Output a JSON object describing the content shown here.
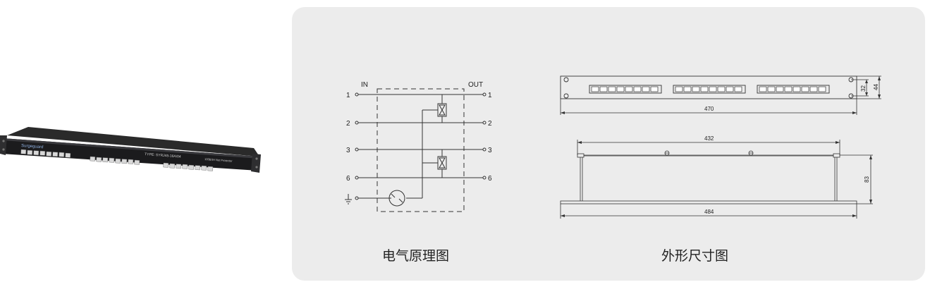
{
  "product": {
    "brand_text": "Surgeguard",
    "type_text": "TYPE: SYRJ45-16A/04",
    "desc_text": "100BSH Net Protector"
  },
  "schematic": {
    "in_label": "IN",
    "out_label": "OUT",
    "left_pins": [
      "1",
      "2",
      "3",
      "6"
    ],
    "right_pins": [
      "1",
      "2",
      "3",
      "6"
    ],
    "caption": "电气原理图"
  },
  "dimensions": {
    "width_front": "470",
    "height_outer": "44",
    "height_inner": "32",
    "mount_width": "432",
    "depth": "83",
    "overall_width": "484",
    "caption": "外形尺寸图"
  }
}
